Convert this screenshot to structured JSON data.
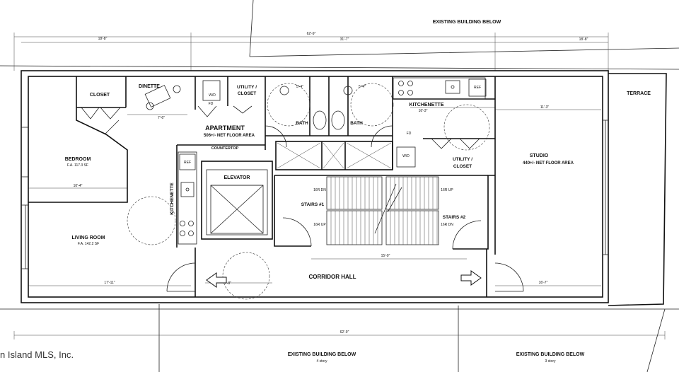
{
  "context": {
    "top": "EXISTING BUILDING BELOW",
    "bottom_left": "EXISTING BUILDING BELOW",
    "bottom_left_sub": "4 story",
    "bottom_right": "EXISTING BUILDING BELOW",
    "bottom_right_sub": "3 story",
    "terrace": "TERRACE"
  },
  "rooms": {
    "closet_bedroom": "CLOSET",
    "dinette": "DINETTE",
    "bedroom": "BEDROOM",
    "bedroom_area": "F.A. 117.3 SF",
    "living_room": "LIVING ROOM",
    "living_room_area": "F.A. 142.2 SF",
    "apartment": "APARTMENT",
    "apartment_area": "506+/- NET FLOOR AREA",
    "utility_closet_left_1": "UTILITY /",
    "utility_closet_left_2": "CLOSET",
    "bath_left": "BATH",
    "bath_right": "BATH",
    "kitchenette_top": "KITCHENETTE",
    "kitchenette_left": "KITCHENETTE",
    "countertop": "COUNTERTOP",
    "elevator": "ELEVATOR",
    "stairs_1": "STAIRS #1",
    "stairs_2": "STAIRS #2",
    "corridor": "CORRIDOR HALL",
    "studio": "STUDIO",
    "studio_area": "440+/- NET FLOOR AREA",
    "utility_closet_right_1": "UTILITY /",
    "utility_closet_right_2": "CLOSET"
  },
  "fixtures": {
    "wd": "W/D",
    "fd": "FD",
    "ref": "REF",
    "riser_down": "16R DN",
    "riser_up": "16R UP"
  },
  "dimensions": {
    "top_left": "18'-8\"",
    "top_overall": "62'-9\"",
    "top_middle": "31'-7\"",
    "top_right": "18'-8\"",
    "bottom_overall": "62'-9\"",
    "kitchen_top": "16'-3\"",
    "studio_width": "11'-3\"",
    "dinette": "7'-6\"",
    "bedroom_width": "10'-4\"",
    "living_width": "17'-11\"",
    "elevator_width": "7'-8\"",
    "stairs_width": "15'-0\"",
    "studio_bottom": "16'-7\"",
    "bath_1": "5'-4\"",
    "bath_2": "5'-4\""
  },
  "watermark": "n Island MLS, Inc."
}
